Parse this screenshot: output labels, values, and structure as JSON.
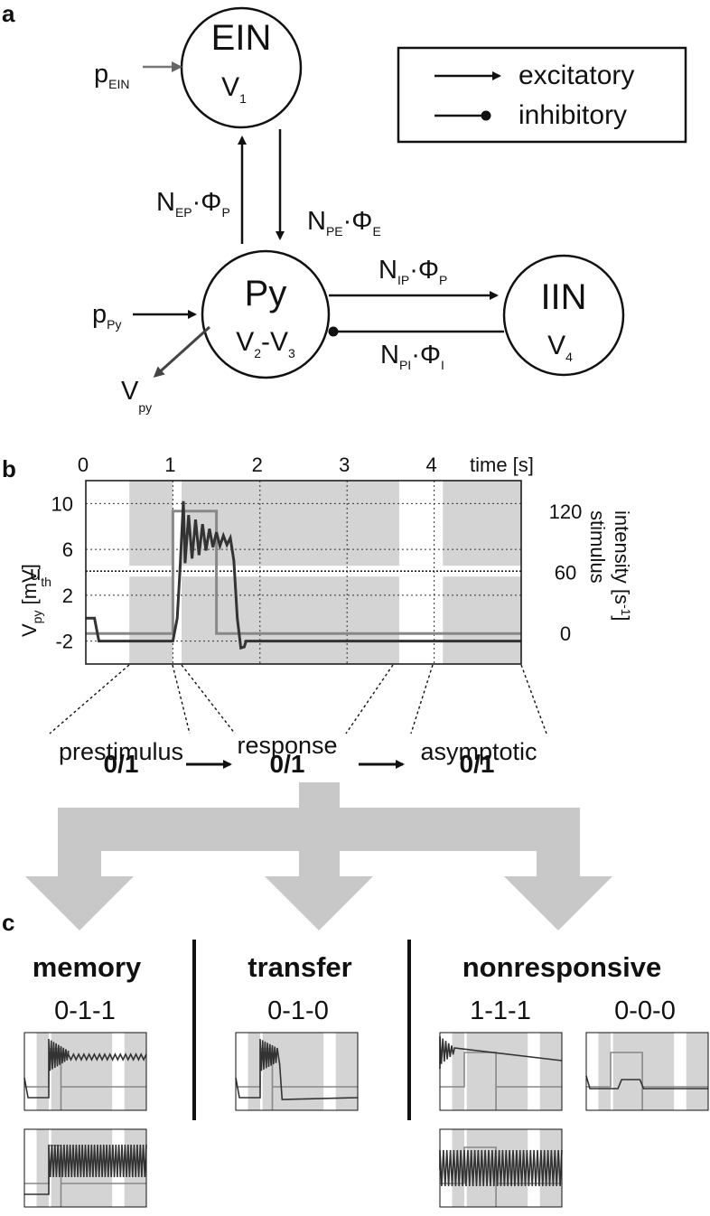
{
  "panel_a": {
    "letter": "a",
    "nodes": {
      "ein": {
        "name": "EIN",
        "var": "V",
        "var_sub": "1"
      },
      "py": {
        "name": "Py",
        "var_a": "V",
        "var_a_sub": "2",
        "var_dash": "-",
        "var_b": "V",
        "var_b_sub": "3"
      },
      "iin": {
        "name": "IIN",
        "var": "V",
        "var_sub": "4"
      }
    },
    "inputs": {
      "p_ein": {
        "main": "p",
        "sub": "EIN"
      },
      "p_py": {
        "main": "p",
        "sub": "Py"
      },
      "v_py": {
        "main": "V",
        "sub": "py"
      }
    },
    "edge_labels": {
      "nep": {
        "n": "N",
        "n_sub": "EP",
        "dot": "·Φ",
        "phi_sub": "P"
      },
      "npe": {
        "n": "N",
        "n_sub": "PE",
        "dot": "·Φ",
        "phi_sub": "E"
      },
      "nip": {
        "n": "N",
        "n_sub": "IP",
        "dot": "·Φ",
        "phi_sub": "P"
      },
      "npi": {
        "n": "N",
        "n_sub": "PI",
        "dot": "·Φ",
        "phi_sub": "I"
      }
    },
    "legend": {
      "excitatory": "excitatory",
      "inhibitory": "inhibitory"
    }
  },
  "panel_b": {
    "letter": "b",
    "time_ticks": [
      "0",
      "1",
      "2",
      "3",
      "4"
    ],
    "time_label": "time [s]",
    "y_ticks_left": [
      "10",
      "6",
      "2",
      "-2"
    ],
    "y_label_left": {
      "main": "V",
      "sub": "py",
      "rest": " [mV]"
    },
    "uth": {
      "main": "u",
      "sub": "th"
    },
    "y_ticks_right": [
      "120",
      "60",
      "0"
    ],
    "y_label_right_line1": "stimulus",
    "y_label_right_line2": {
      "main": "intensity [s",
      "sup": "-1",
      "rest": "]"
    },
    "phases": [
      "prestimulus",
      "response",
      "asymptotic"
    ],
    "codes": [
      "0/1",
      "0/1",
      "0/1"
    ],
    "chart_data": {
      "type": "line",
      "x_range": [
        0,
        5
      ],
      "ylim_left": [
        -4,
        12
      ],
      "ylim_right": [
        -30,
        150
      ],
      "series": [
        {
          "name": "",
          "x": [
            0,
            0.1,
            0.15,
            0.3,
            1.0,
            1.05,
            1.08,
            1.12,
            1.14,
            1.18,
            1.22,
            1.26,
            1.3,
            1.34,
            1.38,
            1.42,
            1.46,
            1.5,
            1.54,
            1.58,
            1.62,
            1.66,
            1.7,
            1.74,
            1.78,
            1.82,
            1.84,
            1.88,
            1.92,
            1.96,
            2.0,
            5.0
          ],
          "y": [
            0,
            0,
            -2.0,
            -2.0,
            -2.0,
            0.0,
            4.0,
            10.2,
            4.8,
            9.0,
            5.2,
            8.6,
            5.5,
            8.2,
            5.9,
            7.8,
            6.2,
            7.5,
            6.3,
            7.2,
            6.4,
            7.0,
            5.0,
            0.0,
            -2.6,
            -2.5,
            -2.0,
            -2.0,
            -2.0,
            -2.0,
            -2.0,
            -2.0
          ]
        },
        {
          "name": "",
          "x": [
            0,
            1.0,
            1.0,
            1.5,
            1.5,
            5.0
          ],
          "y": [
            0,
            0,
            120,
            120,
            0,
            0
          ]
        }
      ],
      "threshold": 4.1,
      "shaded_windows": [
        [
          0.5,
          1.0
        ],
        [
          1.1,
          3.6
        ],
        [
          4.1,
          5.0
        ]
      ]
    }
  },
  "panel_c": {
    "letter": "c",
    "categories": [
      {
        "title": "memory",
        "codes": [
          "0-1-1"
        ]
      },
      {
        "title": "transfer",
        "codes": [
          "0-1-0"
        ]
      },
      {
        "title": "nonresponsive",
        "codes": [
          "1-1-1",
          "0-0-0"
        ]
      }
    ]
  },
  "colors": {
    "shade": "#d4d4d4",
    "arrow_gray": "#c8c8c8",
    "dark_line": "#333333",
    "stim_line": "#808080"
  }
}
